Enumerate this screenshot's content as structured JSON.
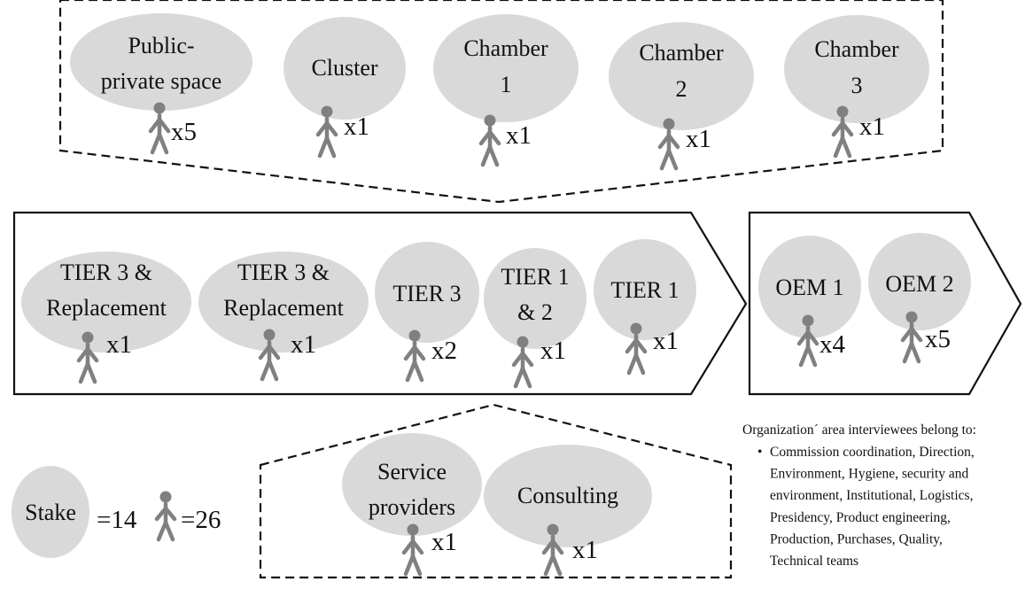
{
  "top_group": {
    "stakeholders": [
      {
        "lines": [
          "Public-",
          "private space"
        ],
        "count": "x5"
      },
      {
        "lines": [
          "Cluster"
        ],
        "count": "x1"
      },
      {
        "lines": [
          "Chamber",
          "1"
        ],
        "count": "x1"
      },
      {
        "lines": [
          "Chamber",
          "2"
        ],
        "count": "x1"
      },
      {
        "lines": [
          "Chamber",
          "3"
        ],
        "count": "x1"
      }
    ]
  },
  "middle_group": {
    "stakeholders": [
      {
        "lines": [
          "TIER 3 &",
          "Replacement"
        ],
        "count": "x1"
      },
      {
        "lines": [
          "TIER 3 &",
          "Replacement"
        ],
        "count": "x1"
      },
      {
        "lines": [
          "TIER 3"
        ],
        "count": "x2"
      },
      {
        "lines": [
          "TIER 1",
          "& 2"
        ],
        "count": "x1"
      },
      {
        "lines": [
          "TIER 1"
        ],
        "count": "x1"
      }
    ]
  },
  "oem_group": {
    "stakeholders": [
      {
        "lines": [
          "OEM 1"
        ],
        "count": "x4"
      },
      {
        "lines": [
          "OEM 2"
        ],
        "count": "x5"
      }
    ]
  },
  "bottom_group": {
    "stakeholders": [
      {
        "lines": [
          "Service",
          "providers"
        ],
        "count": "x1"
      },
      {
        "lines": [
          "Consulting"
        ],
        "count": "x1"
      }
    ]
  },
  "legend": {
    "stake_label": "Stake",
    "stake_total": "=14",
    "person_total": "=26"
  },
  "notes": {
    "heading": "Organization´ area interviewees belong to:",
    "bullet": "•",
    "lines": [
      "Commission coordination, Direction,",
      "Environment, Hygiene, security and",
      "environment, Institutional, Logistics,",
      "Presidency, Product engineering,",
      "Production, Purchases, Quality,",
      "Technical teams"
    ]
  },
  "colors": {
    "ellipse": "#d9d9d9",
    "figure": "#808080",
    "line": "#111111"
  }
}
